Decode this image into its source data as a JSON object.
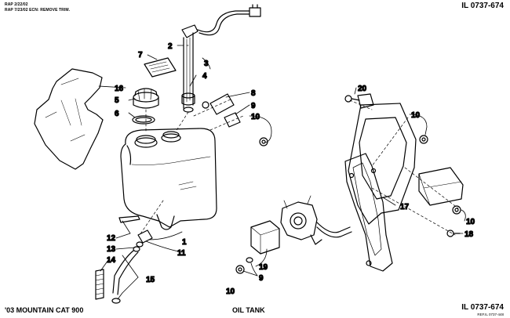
{
  "header": {
    "revision_1": "RAP 2/22/02",
    "revision_2": "RAP 7/23/02 ECN: REMOVE TRIM.",
    "illustration_id": "IL 0737-674"
  },
  "footer": {
    "model": "'03 MOUNTAIN CAT 900",
    "title": "OIL TANK",
    "illustration_id": "IL 0737-674",
    "reference": "REF.IL 0737-448"
  },
  "callouts": {
    "c1": "1",
    "c2": "2",
    "c3": "3",
    "c4": "4",
    "c5": "5",
    "c6": "6",
    "c7": "7",
    "c8": "8",
    "c9a": "9",
    "c9b": "9",
    "c10a": "10",
    "c10b": "10",
    "c10c": "10",
    "c10d": "10",
    "c11": "11",
    "c12": "12",
    "c13": "13",
    "c14": "14",
    "c15": "15",
    "c16": "16",
    "c17": "17",
    "c18": "18",
    "c19": "19",
    "c20": "20"
  }
}
